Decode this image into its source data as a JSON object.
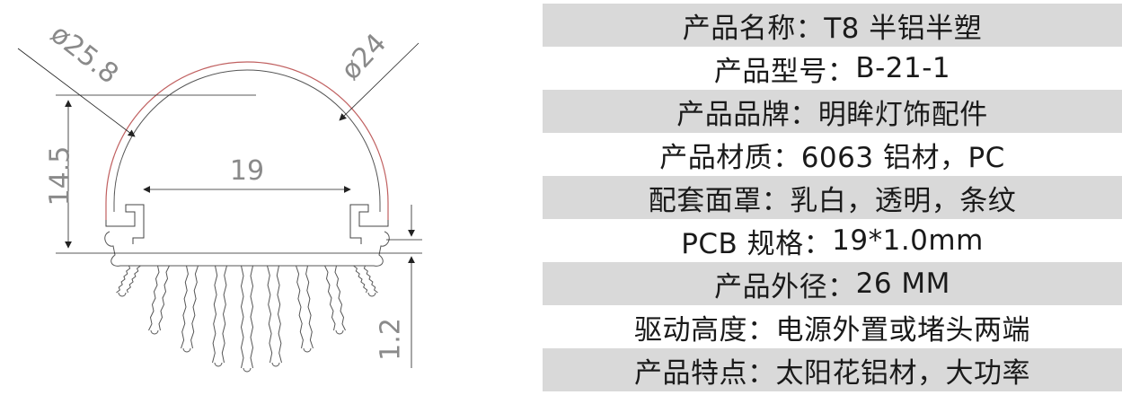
{
  "dimensions": {
    "outer_diameter": "ø25.8",
    "inner_diameter": "ø24",
    "height": "14.5",
    "slot_width": "19",
    "fin_height": "1.2"
  },
  "specs": [
    {
      "label": "产品名称：",
      "value": "T8 半铝半塑",
      "shaded": true
    },
    {
      "label": "产品型号：",
      "value": "B-21-1",
      "shaded": false
    },
    {
      "label": "产品品牌：",
      "value": "明眸灯饰配件",
      "shaded": true
    },
    {
      "label": "产品材质：",
      "value": "6063 铝材，PC",
      "shaded": false
    },
    {
      "label": "配套面罩：",
      "value": "乳白，透明，条纹",
      "shaded": true
    },
    {
      "label": "PCB 规格：",
      "value": "19*1.0mm",
      "shaded": false
    },
    {
      "label": "产品外径：",
      "value": "26 MM",
      "shaded": true
    },
    {
      "label": "驱动高度：",
      "value": "电源外置或堵头两端",
      "shaded": false
    },
    {
      "label": "产品特点：",
      "value": " 太阳花铝材，大功率",
      "shaded": true
    }
  ]
}
